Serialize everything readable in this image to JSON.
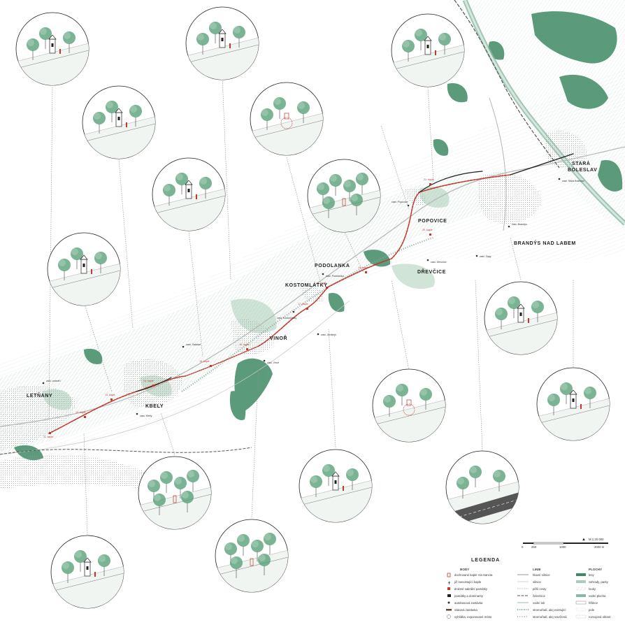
{
  "towns": [
    {
      "id": "letnany",
      "name": "LETŇANY"
    },
    {
      "id": "kbely",
      "name": "KBELY"
    },
    {
      "id": "vinor",
      "name": "VINOŘ"
    },
    {
      "id": "kostomlatky",
      "name": "KOSTOMLÁTKY"
    },
    {
      "id": "podolanka",
      "name": "PODOLANKA"
    },
    {
      "id": "popovice",
      "name": "POPOVICE"
    },
    {
      "id": "drevcice",
      "name": "DŘEVČICE"
    },
    {
      "id": "brandys",
      "name": "BRANDÝS NAD LABEM"
    },
    {
      "id": "stara1",
      "name": "STARÁ"
    },
    {
      "id": "stara2",
      "name": "BOLESLAV"
    }
  ],
  "stops": [
    {
      "id": "s1",
      "text": "zast. vodnáří"
    },
    {
      "id": "s2",
      "text": "zast. Kbely"
    },
    {
      "id": "s3",
      "text": "zast. Vinoř"
    },
    {
      "id": "s4",
      "text": "zast. Satalice"
    },
    {
      "id": "s5",
      "text": "zast. Kostomlátky"
    },
    {
      "id": "s6",
      "text": "zast. Jenštejn"
    },
    {
      "id": "s7",
      "text": "zast. Podolanka"
    },
    {
      "id": "s8",
      "text": "zast. Popovice"
    },
    {
      "id": "s9",
      "text": "zast. Dřevčice"
    },
    {
      "id": "s10",
      "text": "zast. Brandýs"
    },
    {
      "id": "s11",
      "text": "zast. Stará Boleslav"
    },
    {
      "id": "s12",
      "text": "zast. Zápy"
    }
  ],
  "chapels": [
    {
      "id": "c1",
      "text": "11. kaple"
    },
    {
      "id": "c2",
      "text": "12. kaple"
    },
    {
      "id": "c3",
      "text": "13. kaple"
    },
    {
      "id": "c4",
      "text": "14. kaple"
    },
    {
      "id": "c5",
      "text": "15. kaple"
    },
    {
      "id": "c6",
      "text": "16. kaple"
    },
    {
      "id": "c7",
      "text": "17. kaple"
    },
    {
      "id": "c8",
      "text": "18. kaple"
    },
    {
      "id": "c9",
      "text": "19. kaple"
    },
    {
      "id": "c10",
      "text": "20. kaple"
    },
    {
      "id": "c11",
      "text": "21. kaple"
    }
  ],
  "legend": {
    "title": "LEGENDA",
    "col_body": {
      "head": "BODY",
      "items": [
        "dochované kaple Via Sancta",
        "již neexistující kaple",
        "drobné sakrální památky",
        "památky a dominanty",
        "autobusová zastávka",
        "vlaková zastávka",
        "vyhlídka, exponované místo"
      ]
    },
    "col_linie": {
      "head": "LINIE",
      "items": [
        "hlavní silnice",
        "silnice",
        "pěší cesty",
        "železnice",
        "vodní tok",
        "stromořadí, alej existující",
        "stromořadí, alej navržená"
      ]
    },
    "col_plochy": {
      "head": "PLOCHY",
      "items": [
        "lesy",
        "zahrady, parky",
        "louky",
        "vodní plocha",
        "hřbitov",
        "pole",
        "rozvojová oblast"
      ]
    }
  },
  "scale": {
    "ratio": "M 1:20 000",
    "ticks": [
      "0",
      "250",
      "1000",
      "2000 m"
    ]
  },
  "colors": {
    "route": "#c0392b",
    "route_dark": "#222222",
    "forest": "#3f8a64",
    "forest_light": "#a9cdb8",
    "river": "#8ab7a2",
    "urban": "#9a9a9a"
  }
}
